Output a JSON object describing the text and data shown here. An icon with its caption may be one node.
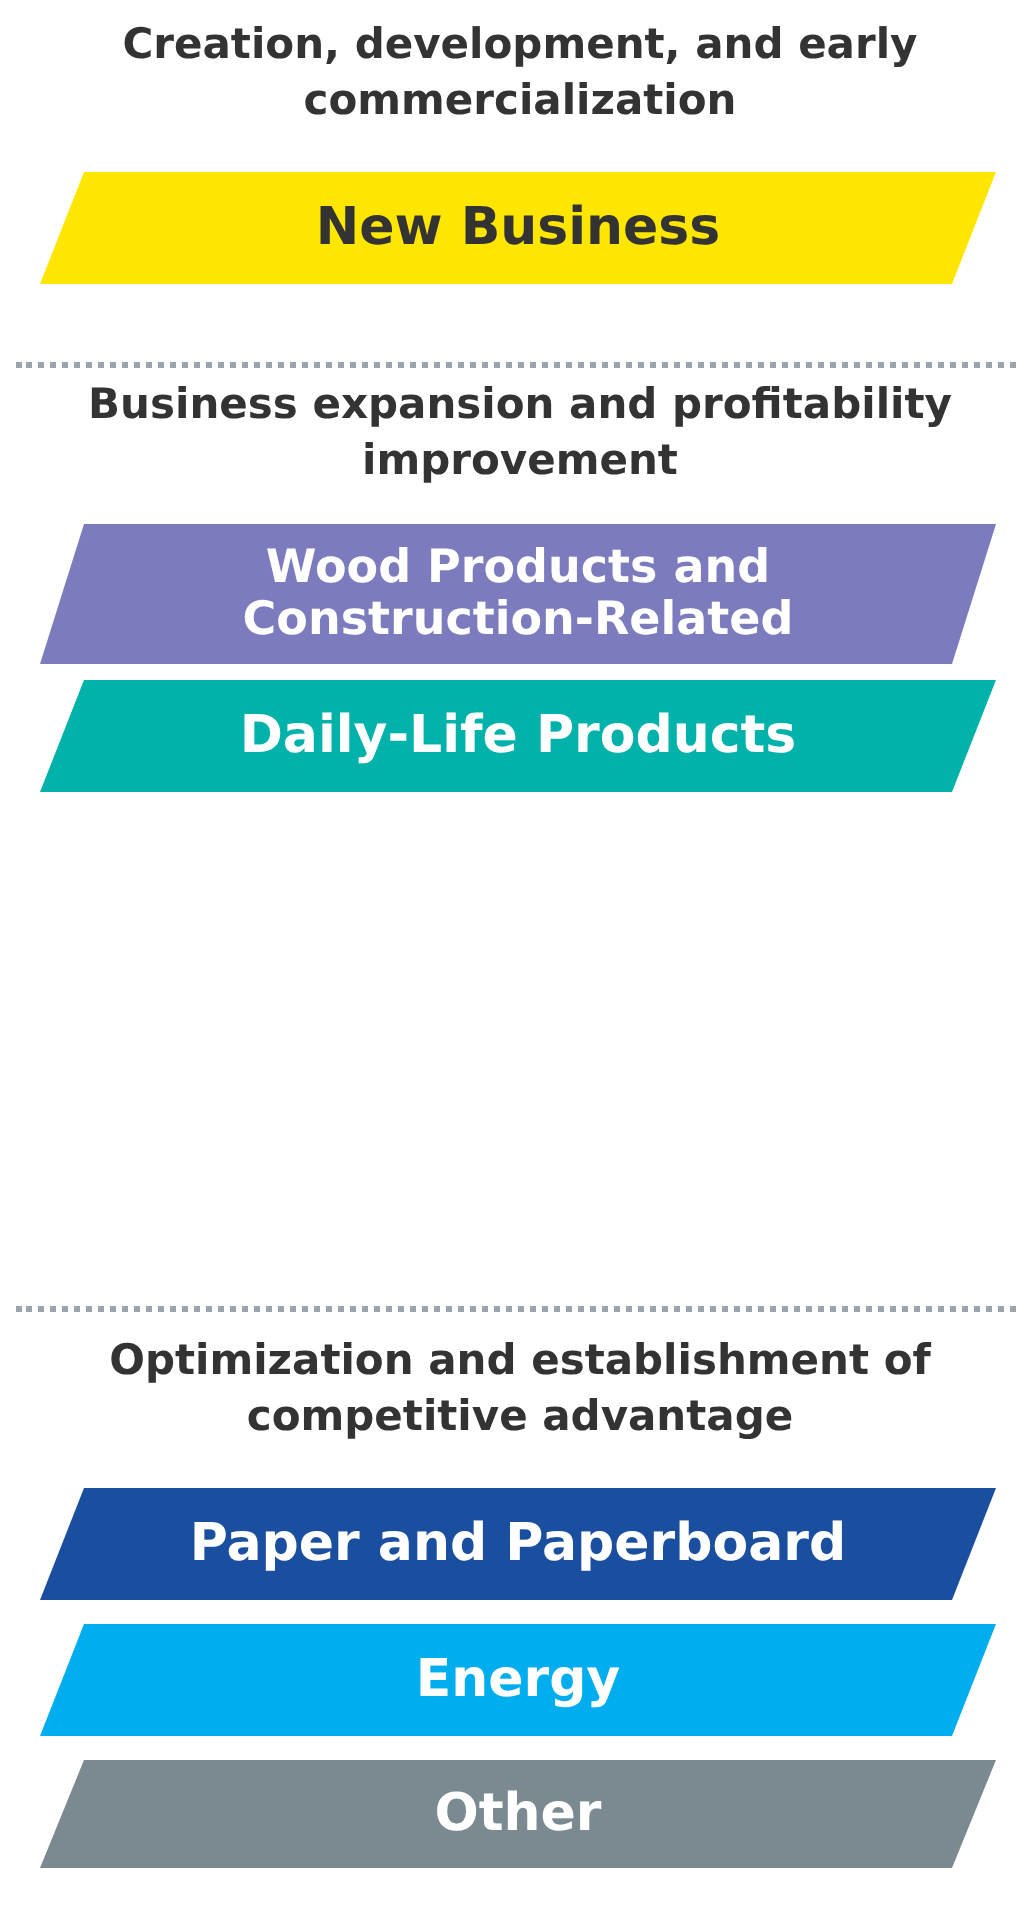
{
  "diagram": {
    "nodes": [
      {
        "text": [
          "New Business"
        ]
      },
      {
        "text": [
          "Wood Products and Construction-Related"
        ]
      },
      {
        "text": [
          "Daily-Life Products"
        ]
      },
      {
        "text": [
          "Paper and Paperboard"
        ]
      },
      {
        "text": [
          "Energy"
        ]
      },
      {
        "text": [
          "Other"
        ]
      }
    ],
    "labels": [
      "Creation, development, and early commercialization",
      "Business expansion and profitability improvement",
      "Optimization and establishment of competitive advantage"
    ]
  }
}
